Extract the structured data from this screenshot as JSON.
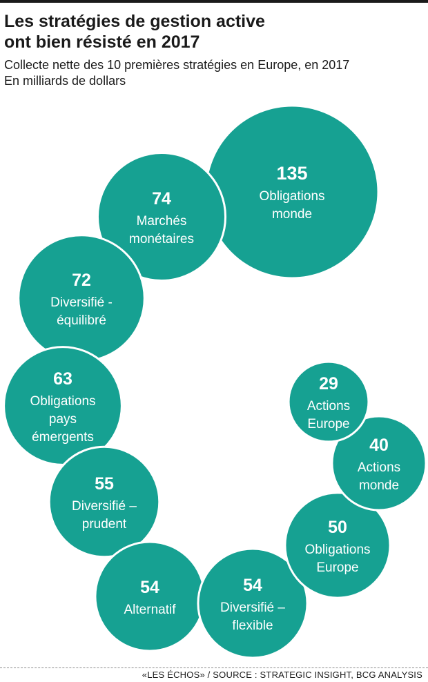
{
  "header": {
    "title": "Les stratégies de gestion active\nont bien résisté en 2017",
    "subtitle": "Collecte nette des 10 premières stratégies en Europe, en 2017\nEn milliards de dollars"
  },
  "footer": {
    "source": "«LES ÉCHOS» / SOURCE : STRATEGIC INSIGHT, BCG ANALYSIS"
  },
  "colors": {
    "bubble": "#16a192",
    "bubble_text": "#ffffff",
    "ink": "#1a1a1a"
  },
  "chart_data": {
    "type": "bubble",
    "unit": "En milliards de dollars",
    "categories": [
      "Obligations monde",
      "Marchés monétaires",
      "Diversifié - équilibré",
      "Obligations pays émergents",
      "Diversifié – prudent",
      "Alternatif",
      "Diversifié – flexible",
      "Obligations Europe",
      "Actions monde",
      "Actions Europe"
    ],
    "values": [
      135,
      74,
      72,
      63,
      55,
      54,
      54,
      50,
      40,
      29
    ],
    "labels": [
      [
        "Obligations",
        "monde"
      ],
      [
        "Marchés",
        "monétaires"
      ],
      [
        "Diversifié -",
        "équilibré"
      ],
      [
        "Obligations",
        "pays",
        "émergents"
      ],
      [
        "Diversifié –",
        "prudent"
      ],
      [
        "Alternatif"
      ],
      [
        "Diversifié –",
        "flexible"
      ],
      [
        "Obligations",
        "Europe"
      ],
      [
        "Actions",
        "monde"
      ],
      [
        "Actions",
        "Europe"
      ]
    ]
  }
}
